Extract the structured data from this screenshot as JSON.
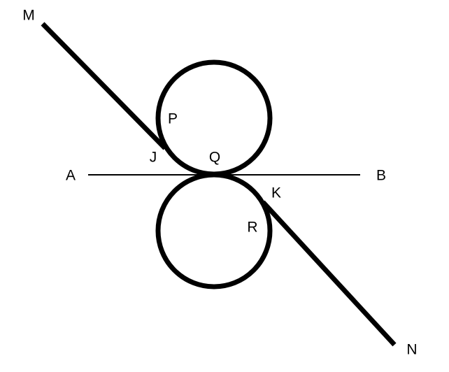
{
  "diagram": {
    "stroke_color": "#000000",
    "background": "#ffffff",
    "labels": {
      "M": "M",
      "N": "N",
      "A": "A",
      "B": "B",
      "P": "P",
      "Q": "Q",
      "R": "R",
      "J": "J",
      "K": "K"
    }
  }
}
